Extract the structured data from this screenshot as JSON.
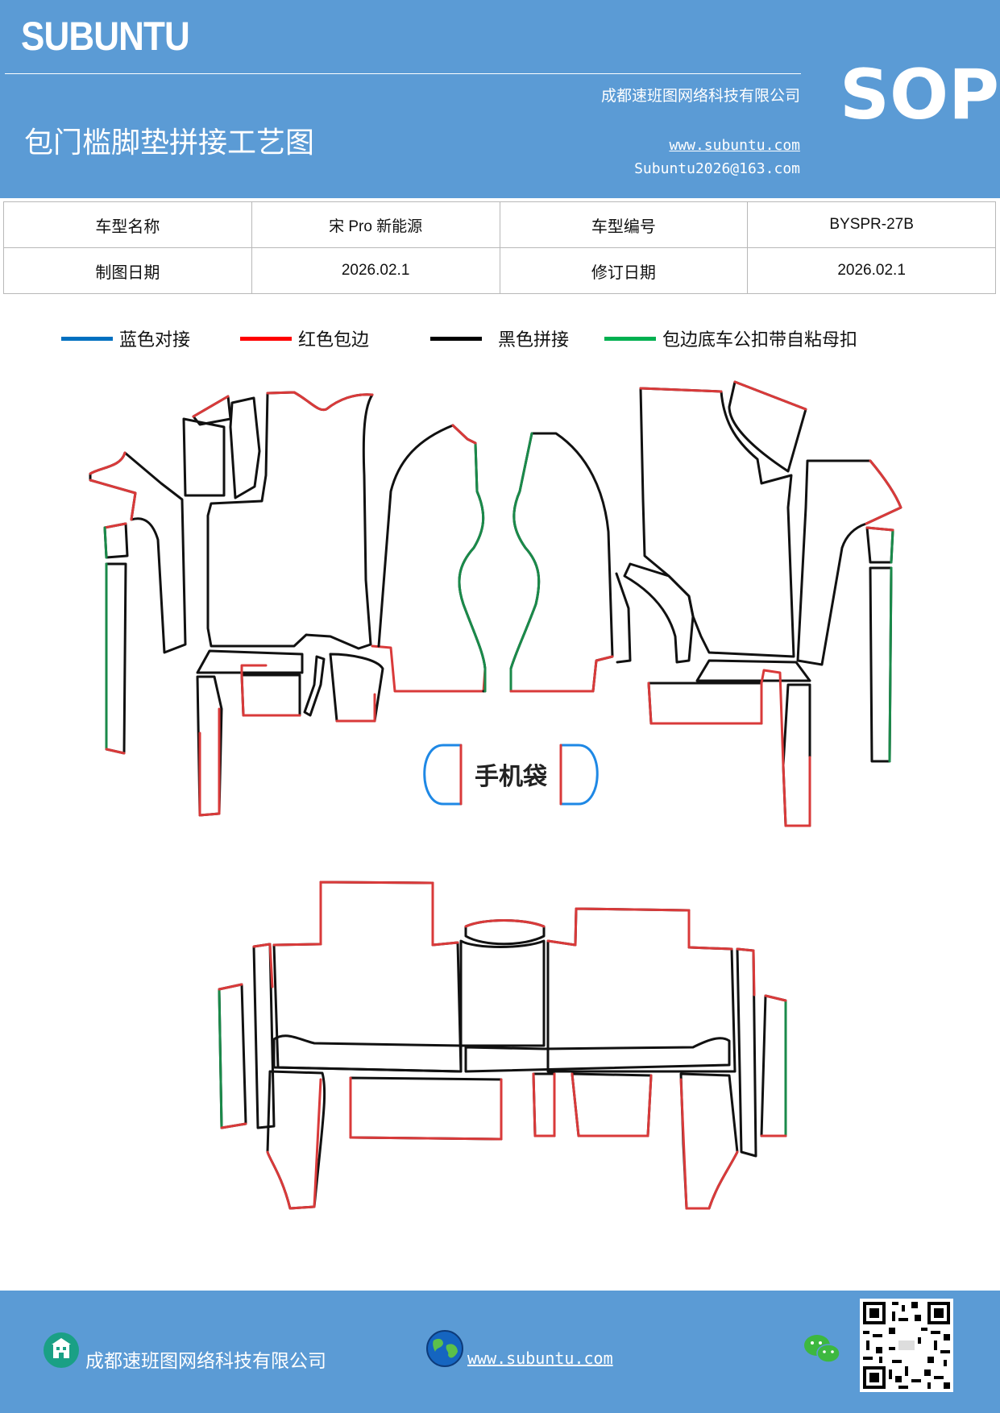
{
  "header": {
    "brand": "SUBUNTU",
    "company": "成都速班图网络科技有限公司",
    "title": "包门槛脚垫拼接工艺图",
    "website": "www.subuntu.com",
    "email": "Subuntu2026@163.com",
    "badge": "SOP"
  },
  "info": {
    "model_name_label": "车型名称",
    "model_name_value": "宋 Pro 新能源",
    "model_code_label": "车型编号",
    "model_code_value": "BYSPR-27B",
    "draw_date_label": "制图日期",
    "draw_date_value": "2026.02.1",
    "revise_date_label": "修订日期",
    "revise_date_value": "2026.02.1"
  },
  "legend": [
    {
      "label": "蓝色对接",
      "color": "#0070c0"
    },
    {
      "label": "红色包边",
      "color": "#ff0000"
    },
    {
      "label": "黑色拼接",
      "color": "#000000"
    },
    {
      "label": "包边底车公扣带自粘母扣",
      "color": "#00b050"
    }
  ],
  "diagram": {
    "phone_pocket_label": "手机袋"
  },
  "footer": {
    "company": "成都速班图网络科技有限公司",
    "website": "www.subuntu.com "
  },
  "colors": {
    "header_bg": "#5b9bd5",
    "blue_line": "#0070c0",
    "red_line": "#d93a3a",
    "black_line": "#111111",
    "green_line": "#1a8a4a"
  }
}
